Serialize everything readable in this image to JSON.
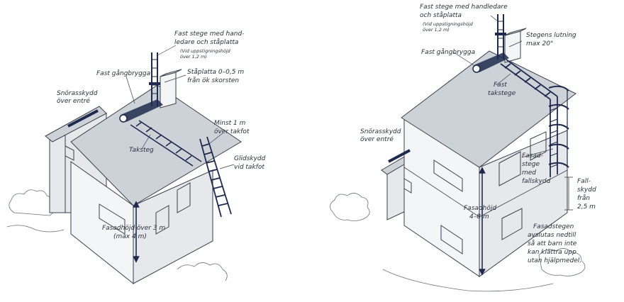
{
  "left_house": {
    "ladder_chimney_label": [
      "Fast stege med hand-",
      "ledare och ståplatta"
    ],
    "ladder_chimney_note": [
      "(Vid uppstigningshöjd",
      "över 1,2 m)"
    ],
    "walkway_label": "Fast gångbrygga",
    "platform_label": [
      "Ståplatta 0–0,5 m",
      "från ök skorsten"
    ],
    "snow_guard_label": [
      "Snörasskydd",
      "över entré"
    ],
    "min_label": [
      "Minst 1 m",
      "över takfot"
    ],
    "roof_step_label": "Taksteg",
    "slip_guard_label": [
      "Glidskydd",
      "vid takfot"
    ],
    "facade_label": [
      "Fasadhöjd över 3 m",
      "(max 4 m)"
    ]
  },
  "right_house": {
    "ladder_chimney_label": [
      "Fast stege med handledare",
      "och ståplatta"
    ],
    "ladder_chimney_note": [
      "(Vid uppstigningshöjd",
      "över 1,2 m)"
    ],
    "pitch_label": [
      "Stegens lutning",
      "max 20°"
    ],
    "walkway_label": "Fast gångbrygga",
    "roof_ladder_label": [
      "Fast",
      "takstege"
    ],
    "snow_guard_label": [
      "Snörasskydd",
      "över entré"
    ],
    "facade_ladder_label": [
      "Fasad-",
      "stege",
      "med",
      "fallskydd"
    ],
    "fall_guard_label": [
      "Fall-",
      "skydd",
      "från",
      "2,5 m"
    ],
    "facade_label": [
      "Fasadhöjd",
      "4–8 m"
    ],
    "bottom_note": [
      "Fasadstegen",
      "avslutas nedtill",
      "så att barn inte",
      "kan klättra upp",
      "utan hjälpmedel."
    ]
  },
  "colors": {
    "accent": "#1f2a4d",
    "roof": "#cdd2d8",
    "wall": "#f4f5f7"
  }
}
